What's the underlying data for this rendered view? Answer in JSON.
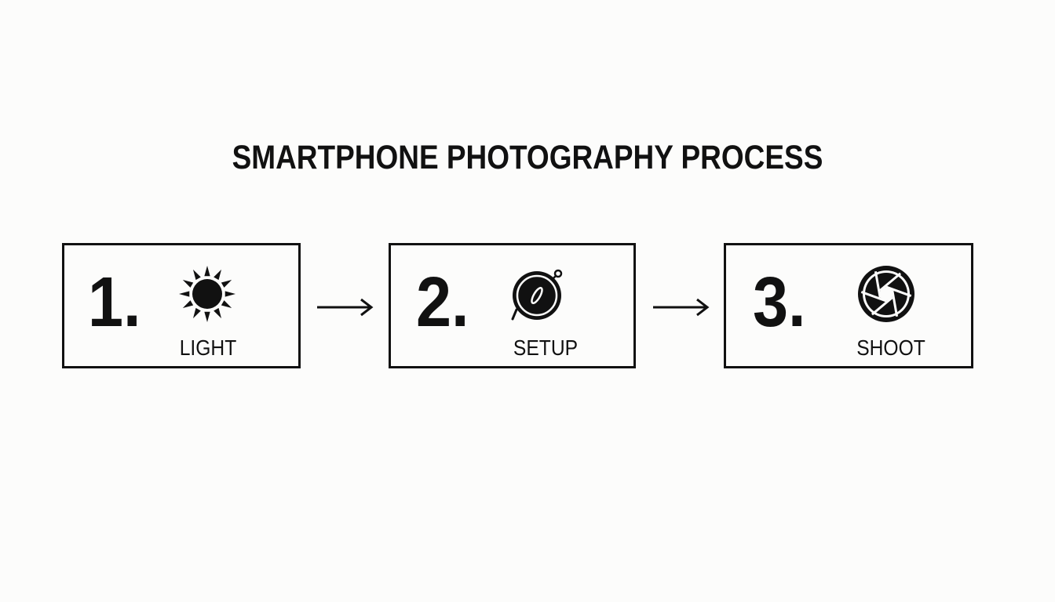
{
  "title": "SMARTPHONE PHOTOGRAPHY PROCESS",
  "steps": [
    {
      "number": "1.",
      "label": "LIGHT",
      "icon": "sun-icon"
    },
    {
      "number": "2.",
      "label": "SETUP",
      "icon": "lens-icon"
    },
    {
      "number": "3.",
      "label": "SHOOT",
      "icon": "aperture-icon"
    }
  ],
  "colors": {
    "background": "#fcfcfb",
    "ink": "#111111"
  }
}
